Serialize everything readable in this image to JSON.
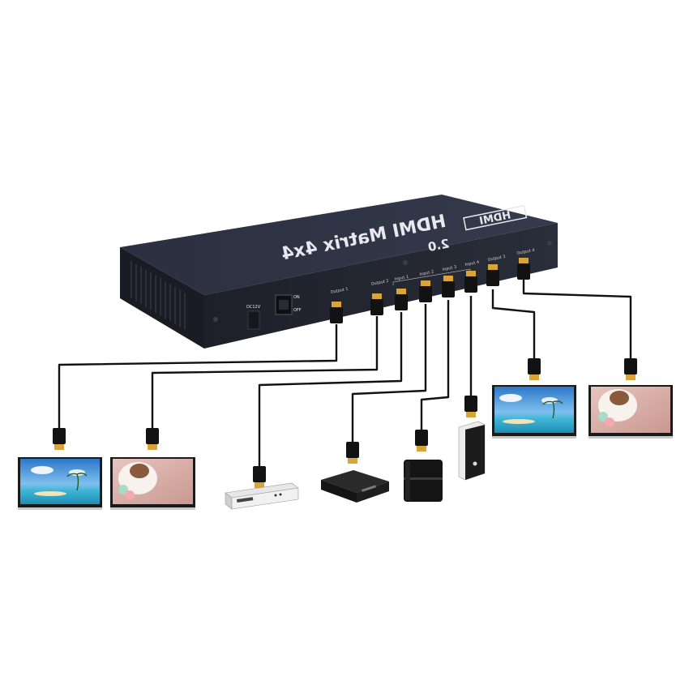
{
  "device": {
    "title": "HDMI Matrix 4x4",
    "logo": "HDMI",
    "version": "2.0",
    "dc_label": "DC12V",
    "switch_on": "ON",
    "switch_off": "OFF",
    "ports": [
      "Output 1",
      "Output 2",
      "Input 1",
      "Input 2",
      "Input 3",
      "Input 4",
      "Output 3",
      "Output 4"
    ]
  },
  "colors": {
    "chassis_top": "#2a2e3d",
    "chassis_front": "#22252f",
    "cable": "#111111",
    "connector_gold": "#d9a53a"
  },
  "icons": {
    "tv": "tv-icon",
    "dvd": "dvd-player-icon",
    "settop": "set-top-box-icon",
    "console": "game-console-icon",
    "pc": "pc-tower-icon"
  }
}
